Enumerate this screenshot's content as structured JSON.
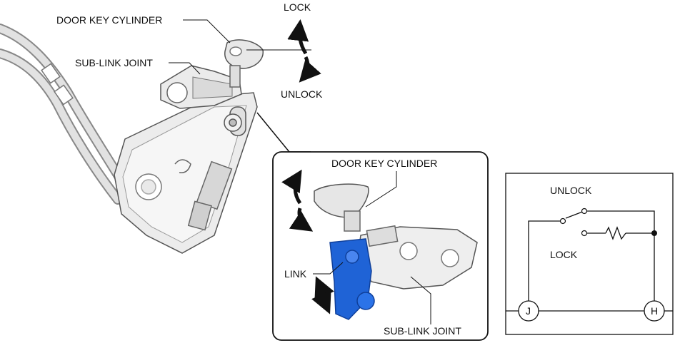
{
  "main_view": {
    "door_key_cylinder_label": "DOOR KEY CYLINDER",
    "sub_link_joint_label": "SUB-LINK JOINT",
    "lock_label": "LOCK",
    "unlock_label": "UNLOCK"
  },
  "detail_view": {
    "door_key_cylinder_label": "DOOR KEY CYLINDER",
    "link_label": "LINK",
    "sub_link_joint_label": "SUB-LINK JOINT"
  },
  "circuit": {
    "unlock_label": "UNLOCK",
    "lock_label": "LOCK",
    "terminal_left": "J",
    "terminal_right": "H"
  },
  "colors": {
    "highlight_blue": "#1f63d6",
    "part_gray": "#e6e6e6",
    "cable_gray": "#cfcfcf"
  }
}
